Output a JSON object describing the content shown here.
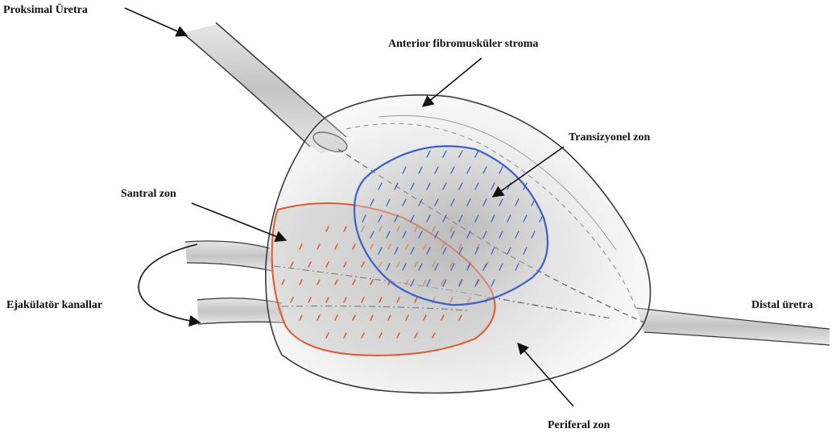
{
  "labels": {
    "proximal_urethra": "Proksimal Üretra",
    "anterior_stroma": "Anterior fibromusküler stroma",
    "transition_zone": "Transizyonel zon",
    "central_zone": "Santral zon",
    "ejaculatory_ducts": "Ejakülatör kanallar",
    "distal_urethra": "Distal üretra",
    "peripheral_zone": "Periferal zon"
  },
  "colors": {
    "outline": "#3a3a3a",
    "shading": "#b8b8b8",
    "transition_zone": "#3d5fc7",
    "central_zone": "#e0572a",
    "arrow": "#111111"
  }
}
